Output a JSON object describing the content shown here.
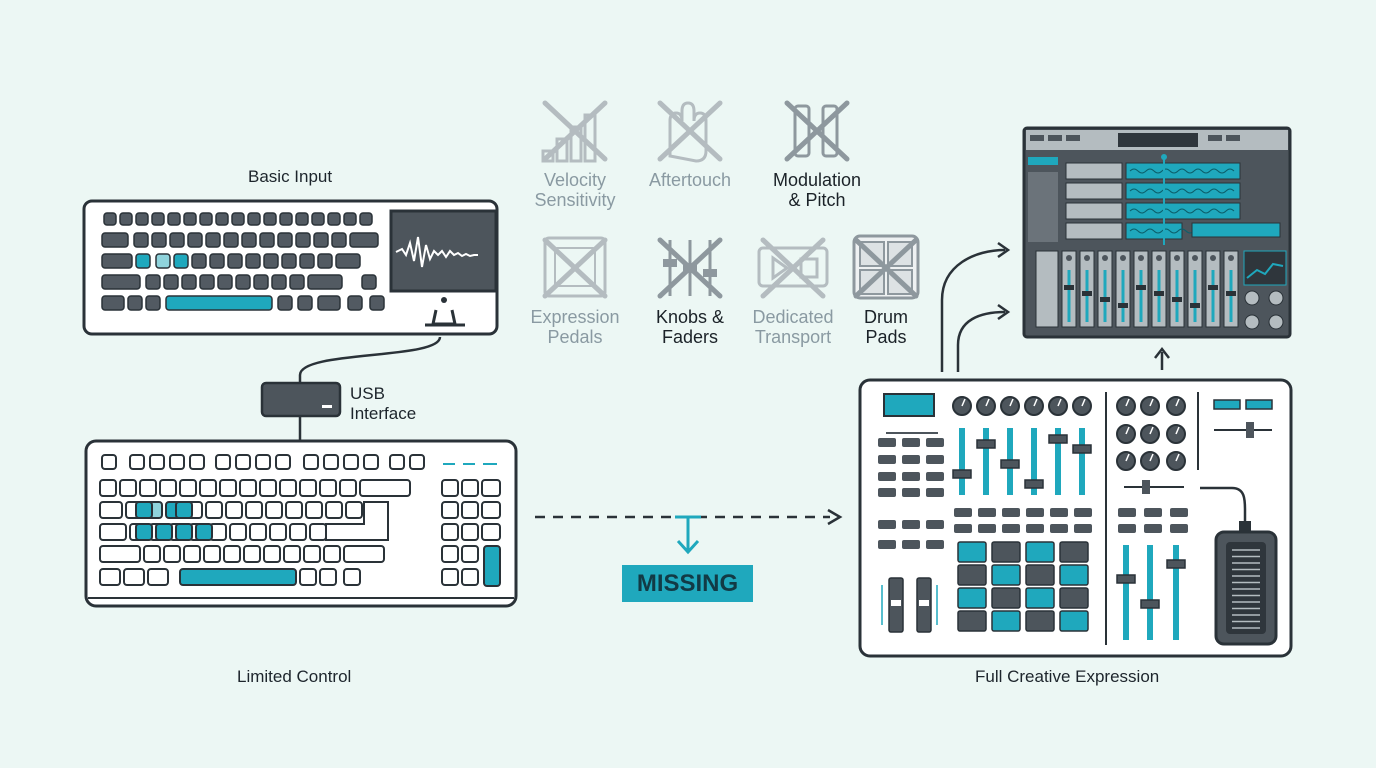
{
  "labels": {
    "basic_input": "Basic Input",
    "usb_interface_line1": "USB",
    "usb_interface_line2": "Interface",
    "limited_control": "Limited Control",
    "full_expression": "Full Creative Expression",
    "missing": "MISSING"
  },
  "missing_features": [
    {
      "line1": "Velocity",
      "line2": "Sensitivity",
      "icon": "bars-crossed-icon",
      "state": "faded"
    },
    {
      "line1": "Aftertouch",
      "line2": "",
      "icon": "hand-crossed-icon",
      "state": "faded"
    },
    {
      "line1": "Modulation",
      "line2": "& Pitch",
      "icon": "wheels-crossed-icon",
      "state": "dark"
    },
    {
      "line1": "Expression",
      "line2": "Pedals",
      "icon": "pedal-crossed-icon",
      "state": "faded"
    },
    {
      "line1": "Knobs &",
      "line2": "Faders",
      "icon": "faders-crossed-icon",
      "state": "dark"
    },
    {
      "line1": "Dedicated",
      "line2": "Transport",
      "icon": "transport-crossed-icon",
      "state": "faded"
    },
    {
      "line1": "Drum",
      "line2": "Pads",
      "icon": "pads-crossed-icon",
      "state": "dark"
    }
  ],
  "colors": {
    "background": "#ecf7f4",
    "accent": "#1fa8bd",
    "dark_key": "#525a62",
    "outline": "#2a3238",
    "faded_icon": "#b4bcc0"
  }
}
